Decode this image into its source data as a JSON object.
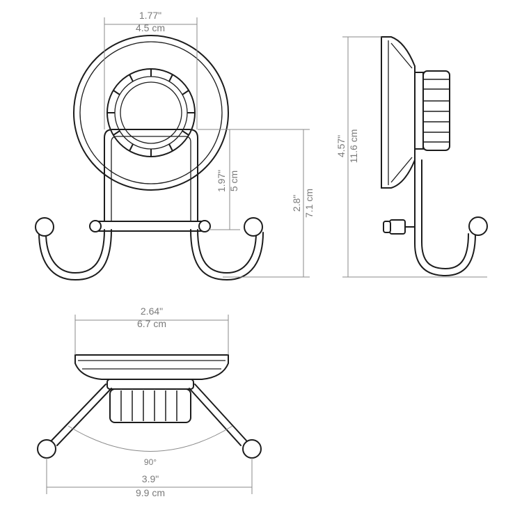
{
  "front_view": {
    "width_in": "1.77\"",
    "width_cm": "4.5 cm",
    "hook_to_top_in": "1.97\"",
    "hook_to_top_cm": "5 cm",
    "overall_height_in": "2.8\"",
    "overall_height_cm": "7.1 cm"
  },
  "side_view": {
    "height_in": "4.57\"",
    "height_cm": "11.6 cm"
  },
  "bottom_view": {
    "width_in": "2.64\"",
    "width_cm": "6.7 cm",
    "angle": "90°",
    "span_in": "3.9\"",
    "span_cm": "9.9 cm"
  }
}
